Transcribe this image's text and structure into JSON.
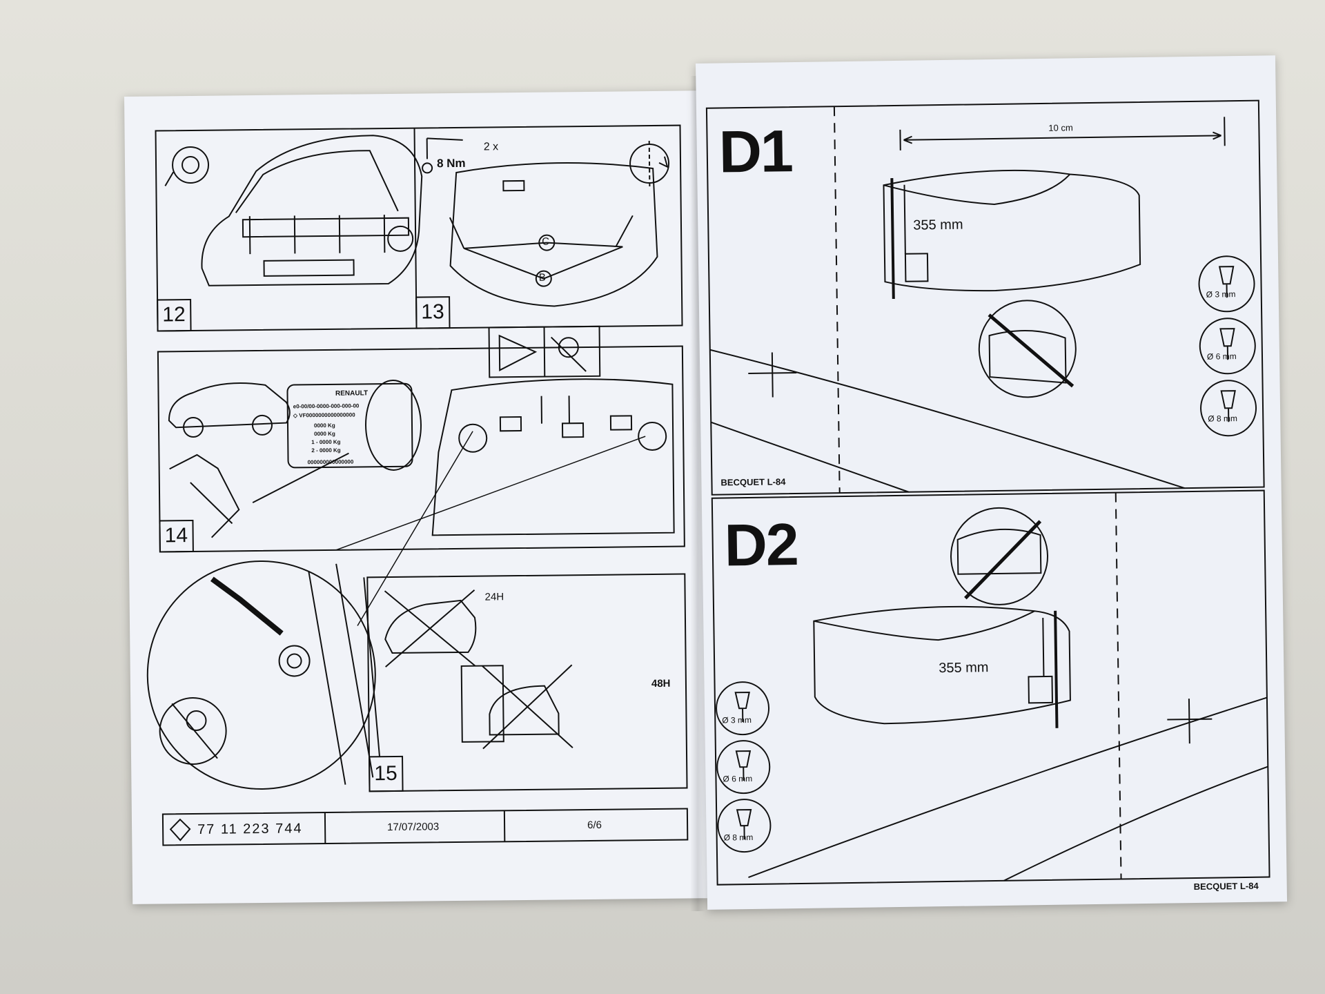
{
  "left_page": {
    "panels": [
      {
        "number": "12"
      },
      {
        "number": "13",
        "torque": "8 Nm",
        "count": "2 x",
        "callouts": [
          "C",
          "B"
        ]
      },
      {
        "number": "14",
        "plate": {
          "brand": "RENAULT",
          "lines": [
            "e0-00/00-0000-000-000-00",
            "◇ VF0000000000000000",
            "0000 Kg",
            "0000 Kg",
            "1 - 0000 Kg",
            "2 - 0000 Kg",
            "000000000000000"
          ]
        }
      },
      {
        "number": "15",
        "wait_times": [
          "24H",
          "48H"
        ]
      }
    ],
    "footer": {
      "part_number": "77 11 223 744",
      "date": "17/07/2003",
      "page": "6/6"
    }
  },
  "right_page": {
    "sections": [
      {
        "id": "D1",
        "measure_top": "10 cm",
        "measure": "355 mm",
        "drills": [
          "Ø 3 mm",
          "Ø 6 mm",
          "Ø 8 mm"
        ],
        "footer": "BECQUET L-84"
      },
      {
        "id": "D2",
        "measure": "355 mm",
        "drills": [
          "Ø 3 mm",
          "Ø 6 mm",
          "Ø 8 mm"
        ],
        "footer": "BECQUET L-84"
      }
    ]
  },
  "colors": {
    "ink": "#111111",
    "paper": "#f1f3f8"
  }
}
